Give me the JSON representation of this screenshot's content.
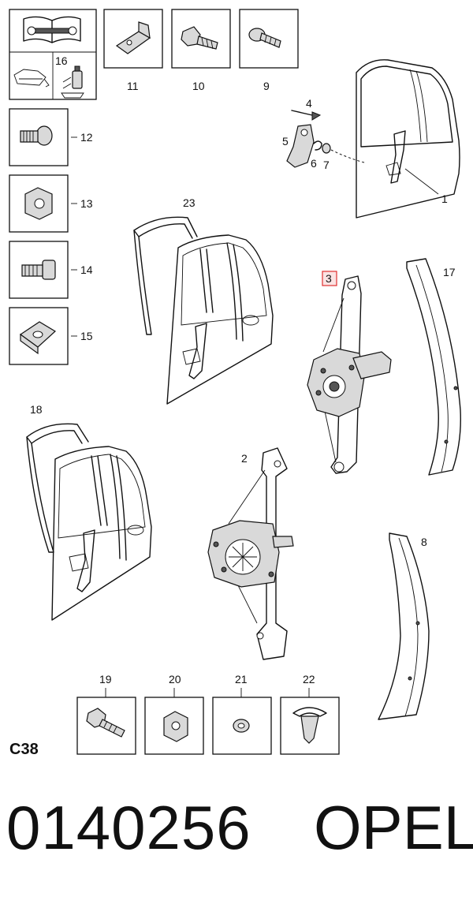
{
  "diagram": {
    "page_code": "C38",
    "part_labels": {
      "p1": "1",
      "p2": "2",
      "p3": "3",
      "p4": "4",
      "p5": "5",
      "p6": "6",
      "p7": "7",
      "p8": "8",
      "p9": "9",
      "p10": "10",
      "p11": "11",
      "p12": "12",
      "p13": "13",
      "p14": "14",
      "p15": "15",
      "p16": "16",
      "p17": "17",
      "p18": "18",
      "p19": "19",
      "p20": "20",
      "p21": "21",
      "p22": "22",
      "p23": "23"
    },
    "highlighted_part": "3",
    "highlight_color": "#e03030"
  },
  "footer": {
    "catalog_number": "0140256",
    "brand": "OPEL"
  }
}
